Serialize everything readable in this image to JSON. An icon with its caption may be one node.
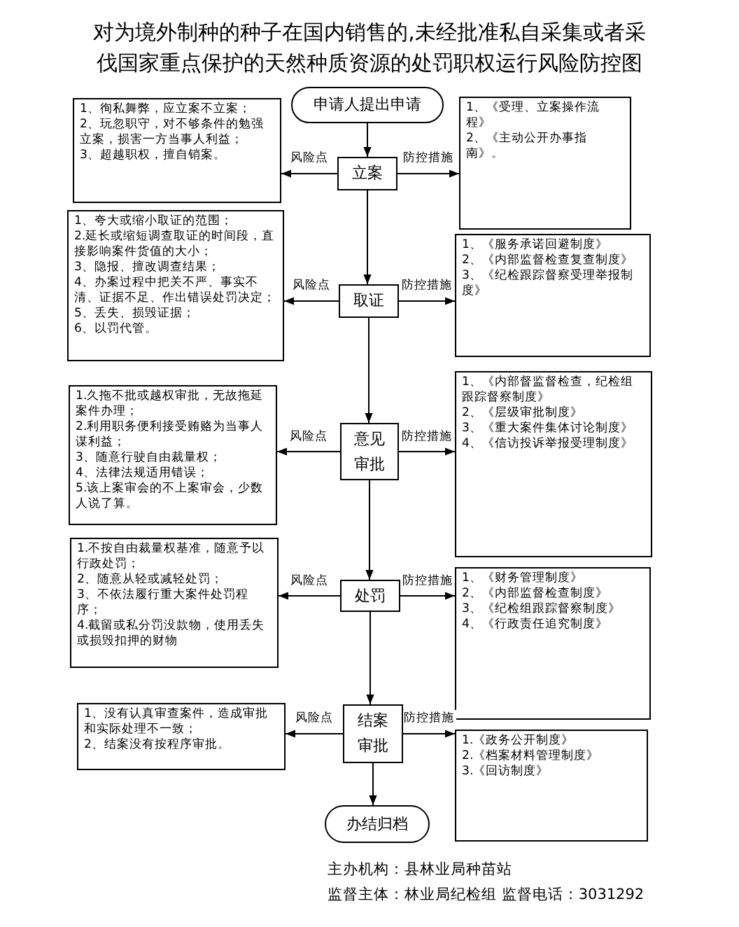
{
  "diagram": {
    "title": "对为境外制种的种子在国内销售的,未经批准私自采集或者采伐国家重点保护的天然种质资源的处罚职权运行风险防控图",
    "nodes": [
      {
        "text": [
          "申请人提出申请"
        ]
      },
      {
        "text": [
          "立案"
        ]
      },
      {
        "text": [
          "1、徇私舞弊，应立案不立案；",
          "2、玩忽职守，对不够条件的勉强立案，损害一方当事人利益；",
          "3、超越职权，擅自销案。"
        ]
      },
      {
        "text": [
          "1、《受理、立案操作流程》",
          "2、《主动公开办事指南》。"
        ]
      },
      {
        "text": [
          "取证"
        ]
      },
      {
        "text": [
          "1、夸大或缩小取证的范围；",
          "2.延长或缩短调查取证的时间段，直接影响案件货值的大小；",
          "3、隐报、擅改调查结果；",
          "4、办案过程中把关不严、事实不清、证据不足、作出错误处罚决定；",
          "5、丢失、损毁证据；",
          "6、以罚代管。"
        ]
      },
      {
        "text": [
          "1、《服务承诺回避制度》",
          "2、《内部监督检查复查制度》",
          "3、《纪检跟踪督察受理举报制度》"
        ]
      },
      {
        "text": [
          "意见审批"
        ]
      },
      {
        "text": [
          "1.久拖不批或越权审批，无故拖延案件办理；",
          "2.利用职务便利接受贿赂为当事人谋利益；",
          "3、随意行驶自由裁量权；",
          "4、法律法规适用错误；",
          "5.该上案审会的不上案审会，少数人说了算。"
        ]
      },
      {
        "text": [
          "1、《内部督监督检查，纪检组跟踪督察制度》",
          "2、《层级审批制度》",
          "3、《重大案件集体讨论制度》",
          "4、《信访投诉举报受理制度》"
        ]
      },
      {
        "text": [
          "处罚"
        ]
      },
      {
        "text": [
          "1.不按自由裁量权基准，随意予以行政处罚；",
          "2、随意从轻或减轻处罚；",
          "3、不依法履行重大案件处罚程序；",
          "4.截留或私分罚没款物，使用丢失或损毁扣押的财物"
        ]
      },
      {
        "text": [
          "1、《财务管理制度》",
          "2、《内部监督检查制度》",
          "3、《纪检组跟踪督察制度》",
          "4、《行政责任追究制度》"
        ]
      },
      {
        "text": [
          "结案审批"
        ]
      },
      {
        "text": [
          "1、没有认真审查案件，造成审批和实际处理不一致；",
          "2、结案没有按程序审批。"
        ]
      },
      {
        "text": [
          "1.《政务公开制度》",
          "2.《档案材料管理制度》",
          "3.《回访制度》"
        ]
      },
      {
        "text": [
          "办结归档"
        ]
      }
    ],
    "edges": [
      {
        "from": 0,
        "to": 1,
        "arrow": "to"
      },
      {
        "from": 1,
        "to": 2,
        "arrow": "to",
        "label": "风险点"
      },
      {
        "from": 1,
        "to": 3,
        "arrow": "to",
        "label": "防控措施"
      },
      {
        "from": 1,
        "to": 4,
        "arrow": "to"
      },
      {
        "from": 4,
        "to": 5,
        "arrow": "to",
        "label": "风险点"
      },
      {
        "from": 4,
        "to": 6,
        "arrow": "to",
        "label": "防控措施"
      },
      {
        "from": 4,
        "to": 7,
        "arrow": "to"
      },
      {
        "from": 7,
        "to": 8,
        "arrow": "to",
        "label": "风险点"
      },
      {
        "from": 7,
        "to": 9,
        "arrow": "to",
        "label": "防控措施"
      },
      {
        "from": 7,
        "to": 10,
        "arrow": "to"
      },
      {
        "from": 10,
        "to": 11,
        "arrow": "to",
        "label": "风险点"
      },
      {
        "from": 10,
        "to": 12,
        "arrow": "to",
        "label": "防控措施"
      },
      {
        "from": 10,
        "to": 13,
        "arrow": "to"
      },
      {
        "from": 13,
        "to": 14,
        "arrow": "to",
        "label": "风险点"
      },
      {
        "from": 13,
        "to": 15,
        "arrow": "to",
        "label": "防控措施"
      },
      {
        "from": 13,
        "to": 16,
        "arrow": "to"
      }
    ],
    "labels": [
      "主办机构：县林业局种苗站",
      "监督主体：林业局纪检组 监督电话：3031292"
    ]
  }
}
